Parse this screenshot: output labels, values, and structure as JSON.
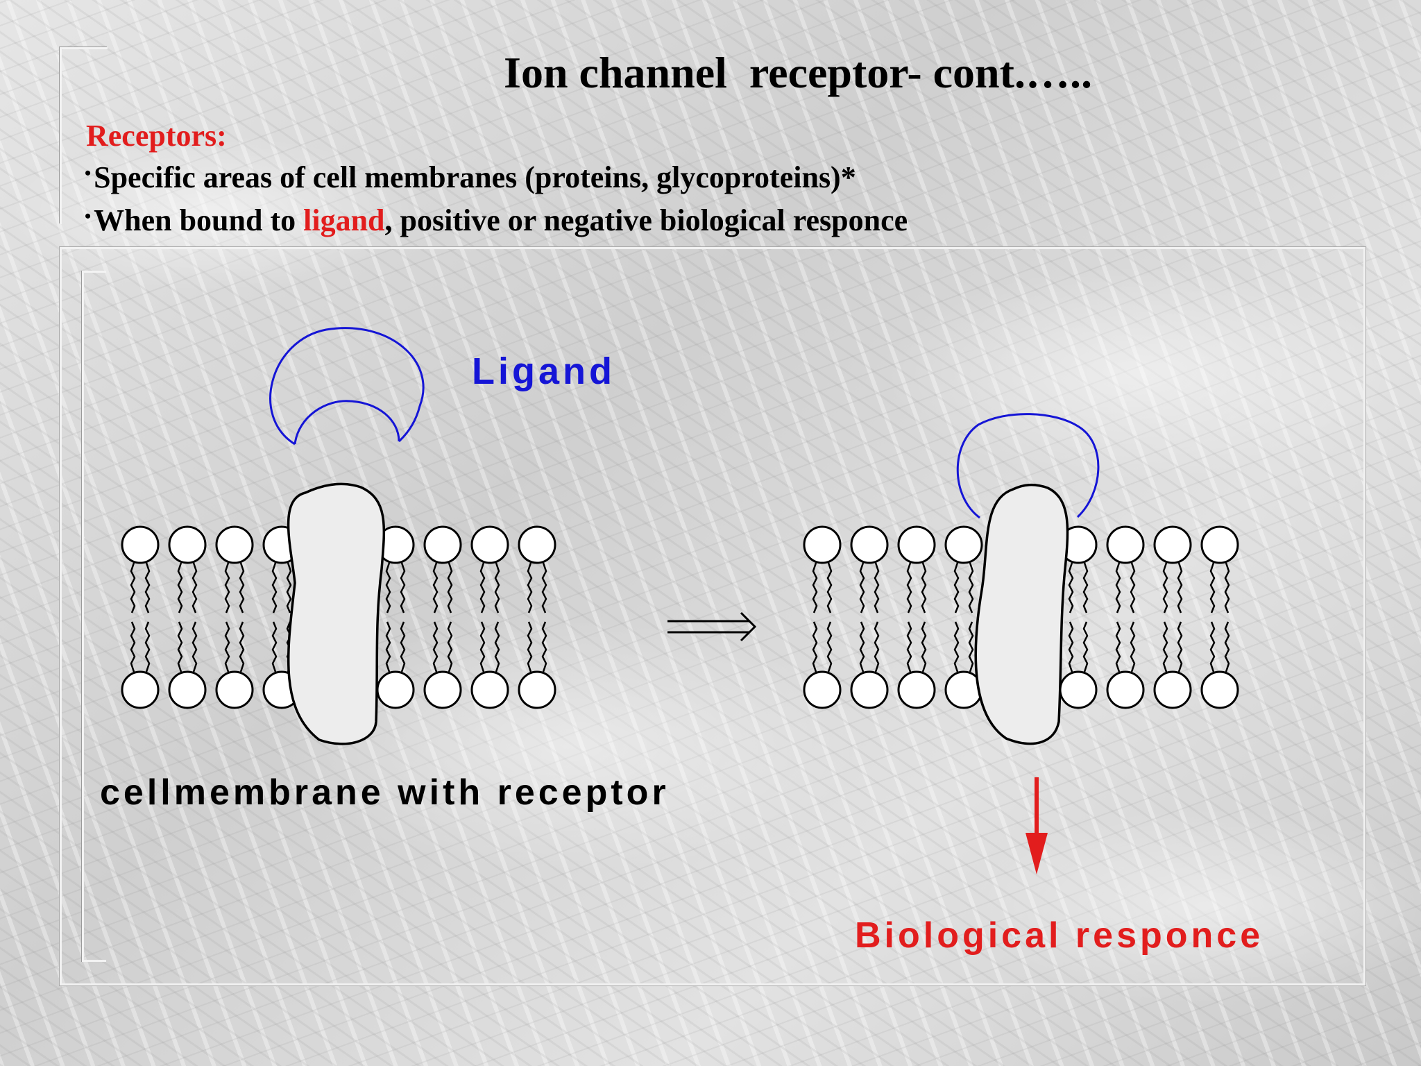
{
  "slide": {
    "title": "Ion channel  receptor- cont.…..",
    "subheading": "Receptors:",
    "bullet_symbol": "•",
    "bullets": [
      {
        "text": "Specific areas of cell membranes (proteins, glycoproteins)*"
      },
      {
        "before": "When bound to ",
        "highlight": "ligand",
        "after": ", positive or negative biological responce"
      }
    ]
  },
  "diagram": {
    "ligand_label": "Ligand",
    "membrane_label": "cellmembrane with receptor",
    "response_label": "Biological responce"
  },
  "colors": {
    "accent_red": "#e21d1d",
    "ligand_blue": "#1515d6",
    "text": "#000000"
  }
}
